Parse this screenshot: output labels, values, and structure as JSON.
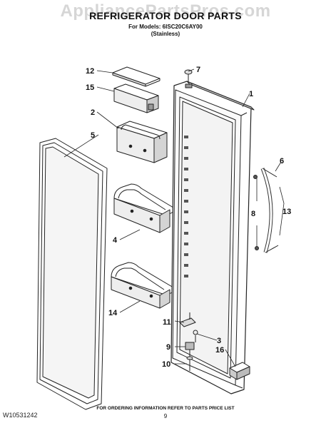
{
  "header": {
    "watermark": "AppliancePartsPros.com",
    "title": "REFRIGERATOR DOOR PARTS",
    "models_line": "For Models: 6ISC20C6AY00",
    "finish_line": "(Stainless)"
  },
  "callouts": {
    "c1": "1",
    "c2": "2",
    "c3": "3",
    "c4": "4",
    "c5": "5",
    "c6": "6",
    "c7": "7",
    "c8": "8",
    "c9": "9",
    "c10": "10",
    "c11": "11",
    "c12": "12",
    "c13": "13",
    "c14": "14",
    "c15": "15",
    "c16": "16"
  },
  "footer": {
    "doc_number": "W10531242",
    "ordering_note": "FOR ORDERING INFORMATION REFER TO PARTS PRICE LIST",
    "page_number": "9"
  }
}
